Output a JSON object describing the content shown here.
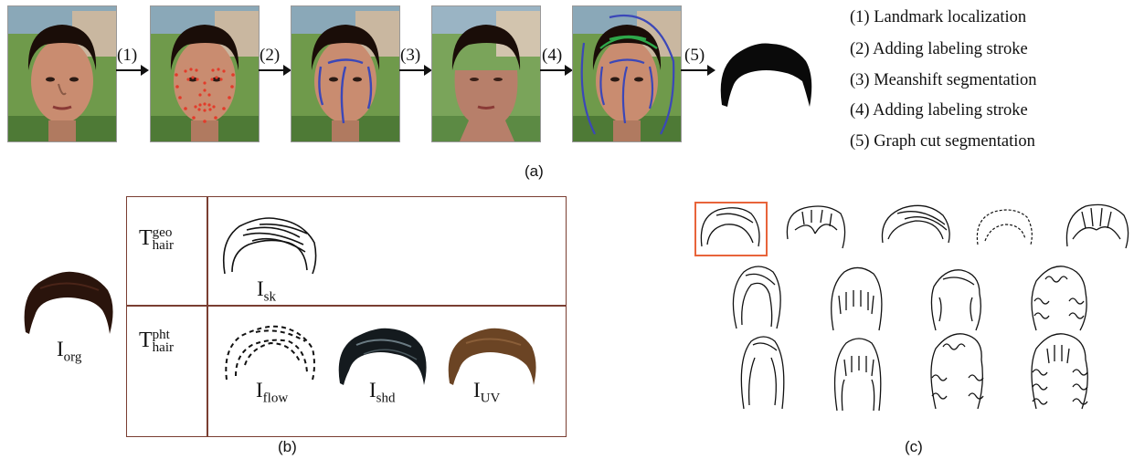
{
  "panel_a": {
    "step_labels": [
      "(1)",
      "(2)",
      "(3)",
      "(4)",
      "(5)"
    ],
    "legend": [
      "(1) Landmark localization",
      "(2) Adding labeling stroke",
      "(3) Meanshift segmentation",
      "(4) Adding labeling stroke",
      "(5) Graph cut segmentation"
    ],
    "caption": "(a)"
  },
  "panel_b": {
    "org": {
      "base": "I",
      "sub": "org"
    },
    "geo": {
      "base": "T",
      "sup": "geo",
      "sub": "hair"
    },
    "pht": {
      "base": "T",
      "sup": "pht",
      "sub": "hair"
    },
    "sk": {
      "base": "I",
      "sub": "sk"
    },
    "flow": {
      "base": "I",
      "sub": "flow"
    },
    "shd": {
      "base": "I",
      "sub": "shd"
    },
    "uv": {
      "base": "I",
      "sub": "UV"
    },
    "caption": "(b)"
  },
  "panel_c": {
    "caption": "(c)",
    "highlight_color": "#e8643a"
  },
  "colors": {
    "hair_dark": "#1a0d08",
    "hair_brown": "#6b4424",
    "stroke_blue": "#3b47b8",
    "stroke_green": "#2ea84a",
    "landmark_red": "#e23b2a",
    "skin": "#c98c70",
    "background_green": "#5d8a3c"
  }
}
